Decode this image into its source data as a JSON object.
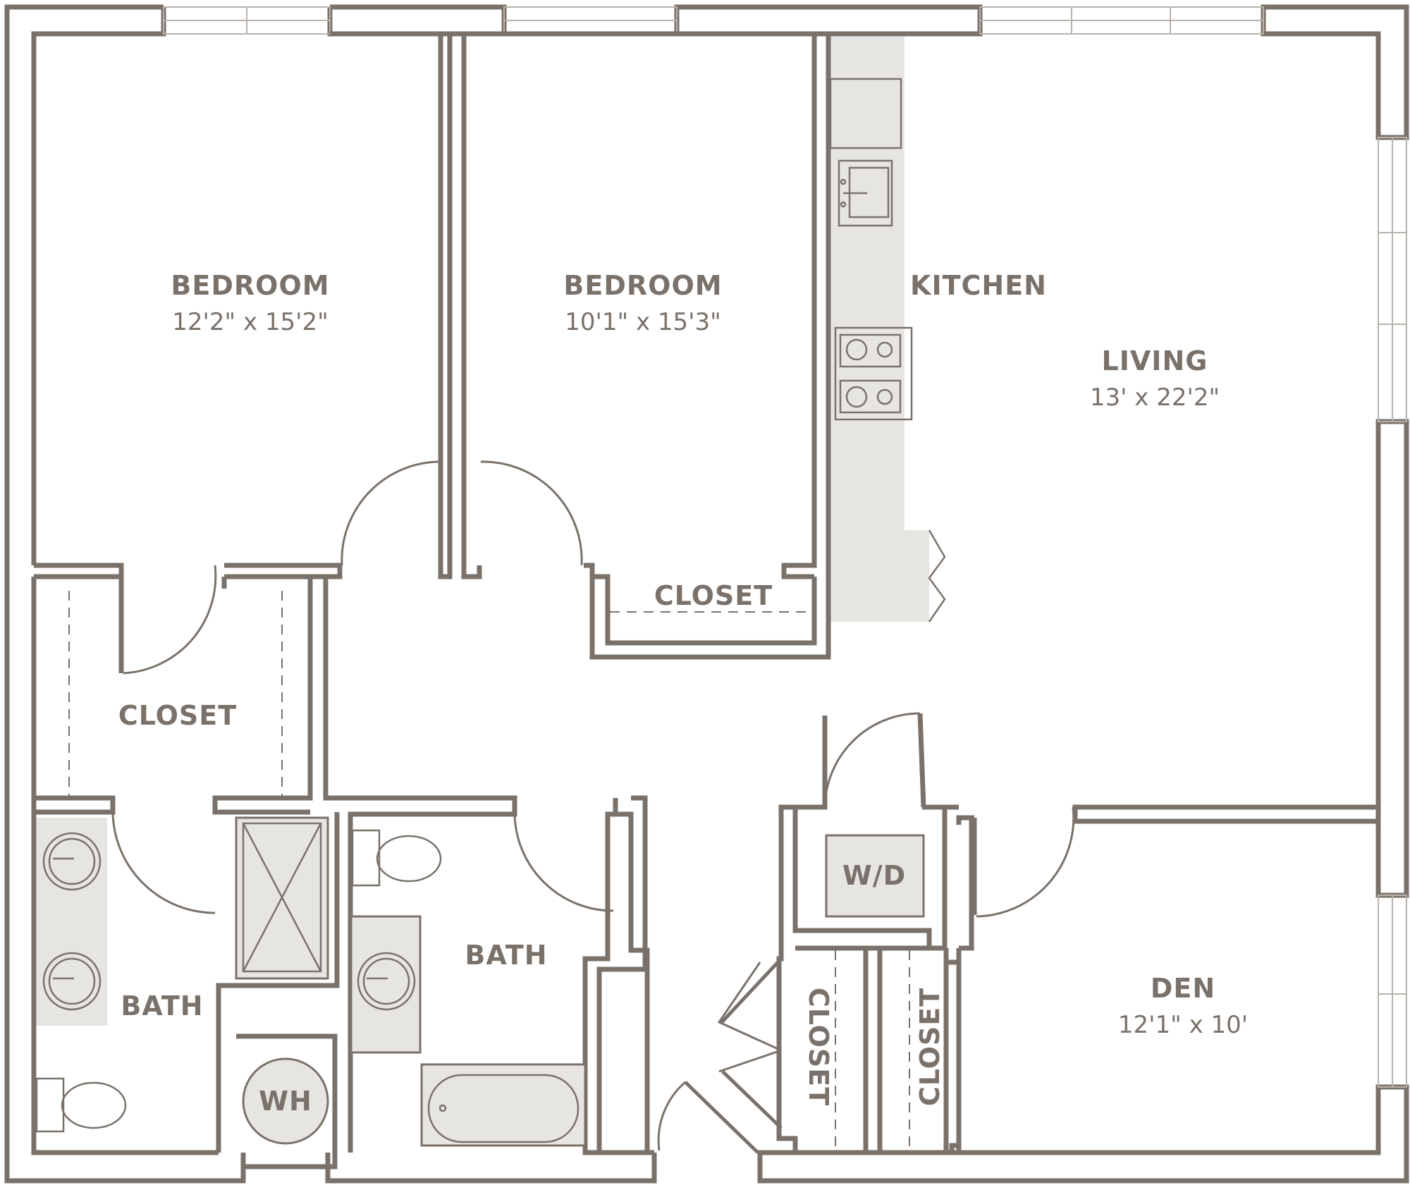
{
  "rooms": {
    "bedroom1": {
      "name": "BEDROOM",
      "size": "12'2\" x 15'2\""
    },
    "bedroom2": {
      "name": "BEDROOM",
      "size": "10'1\" x 15'3\""
    },
    "kitchen": {
      "name": "KITCHEN"
    },
    "living": {
      "name": "LIVING",
      "size": "13' x 22'2\""
    },
    "closet_bedroom2": {
      "name": "CLOSET"
    },
    "closet_walkin": {
      "name": "CLOSET"
    },
    "bath1": {
      "name": "BATH"
    },
    "bath2": {
      "name": "BATH"
    },
    "den": {
      "name": "DEN",
      "size": "12'1\" x 10'"
    },
    "laundry": {
      "name": "W/D"
    },
    "water_heater": {
      "name": "WH"
    },
    "closet_hall": {
      "name": "CLOSET"
    },
    "closet_den": {
      "name": "CLOSET"
    }
  },
  "colors": {
    "wall": "#7a726a",
    "fixture": "#e7e5e2",
    "window": "#b8b2aa"
  }
}
